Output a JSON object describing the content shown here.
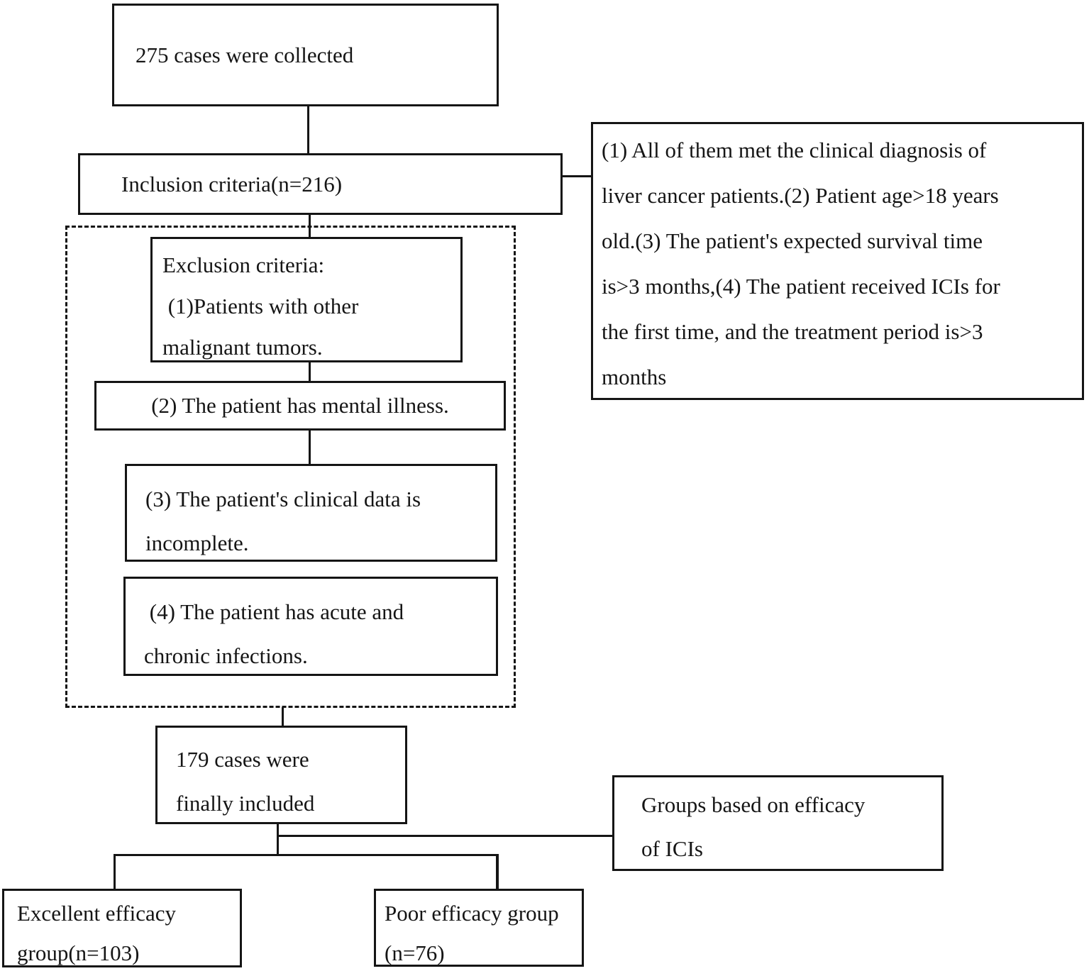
{
  "palette": {
    "ink": "#151515",
    "background": "#ffffff"
  },
  "boxes": {
    "collected": {
      "text": "275 cases were collected"
    },
    "inclusion": {
      "text": "Inclusion criteria(n=216)"
    },
    "criteria_detail": {
      "lines": [
        "(1) All of them met the clinical diagnosis of",
        "liver cancer patients.(2) Patient age>18 years",
        "old.(3) The patient's expected survival time",
        "is>3 months,(4) The patient received ICIs for",
        "the first time, and the treatment period is>3",
        "months"
      ]
    },
    "exclusion1": {
      "lines": [
        "Exclusion criteria:",
        " (1)Patients with other",
        "malignant tumors."
      ]
    },
    "exclusion2": {
      "text": "(2) The patient has mental illness."
    },
    "exclusion3": {
      "lines": [
        "(3) The patient's clinical data is",
        "incomplete."
      ]
    },
    "exclusion4": {
      "lines": [
        " (4) The patient has acute and",
        "chronic infections."
      ]
    },
    "included": {
      "lines": [
        "179 cases were",
        "finally included"
      ]
    },
    "groups": {
      "lines": [
        "Groups based on efficacy",
        "of ICIs"
      ]
    },
    "excellent": {
      "lines": [
        "Excellent efficacy",
        "group(n=103)"
      ]
    },
    "poor": {
      "lines": [
        "Poor efficacy group",
        "(n=76)"
      ]
    }
  }
}
